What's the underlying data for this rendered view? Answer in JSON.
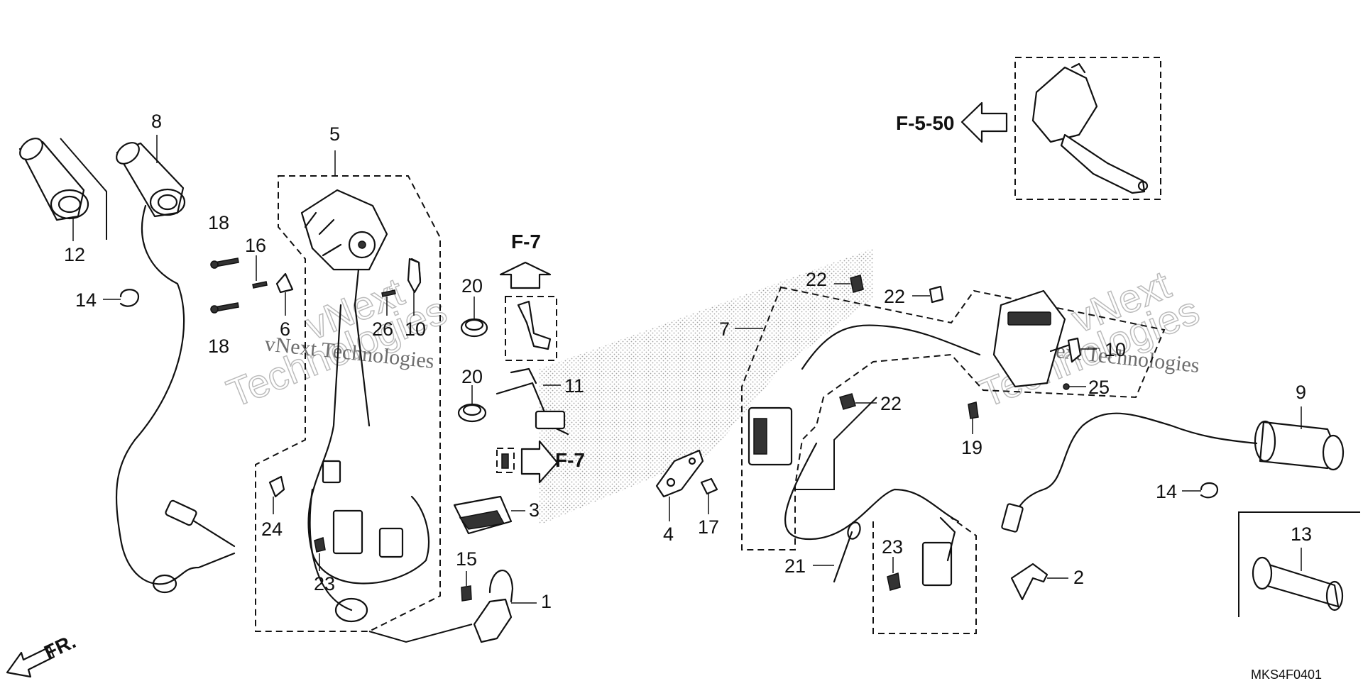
{
  "diagram_code": "MKS4F0401",
  "front_marker": "FR.",
  "references": {
    "f5_50": "F-5-50",
    "f7_top": "F-7",
    "f7_mid": "F-7"
  },
  "watermarks": {
    "line1": "vNext Technologies",
    "line2": "vNext",
    "line3": "Technologies",
    "right_line1": "vNext Technologies",
    "right_line2": "vNext",
    "right_line3": "Technologies"
  },
  "callouts": {
    "c1": "1",
    "c2": "2",
    "c3": "3",
    "c4": "4",
    "c5": "5",
    "c6": "6",
    "c7": "7",
    "c8": "8",
    "c9": "9",
    "c10a": "10",
    "c10b": "10",
    "c11": "11",
    "c12": "12",
    "c13": "13",
    "c14a": "14",
    "c14b": "14",
    "c15": "15",
    "c16": "16",
    "c17": "17",
    "c18a": "18",
    "c18b": "18",
    "c19": "19",
    "c20a": "20",
    "c20b": "20",
    "c21": "21",
    "c22a": "22",
    "c22b": "22",
    "c22c": "22",
    "c23a": "23",
    "c23b": "23",
    "c24": "24",
    "c25": "25",
    "c26": "26"
  }
}
